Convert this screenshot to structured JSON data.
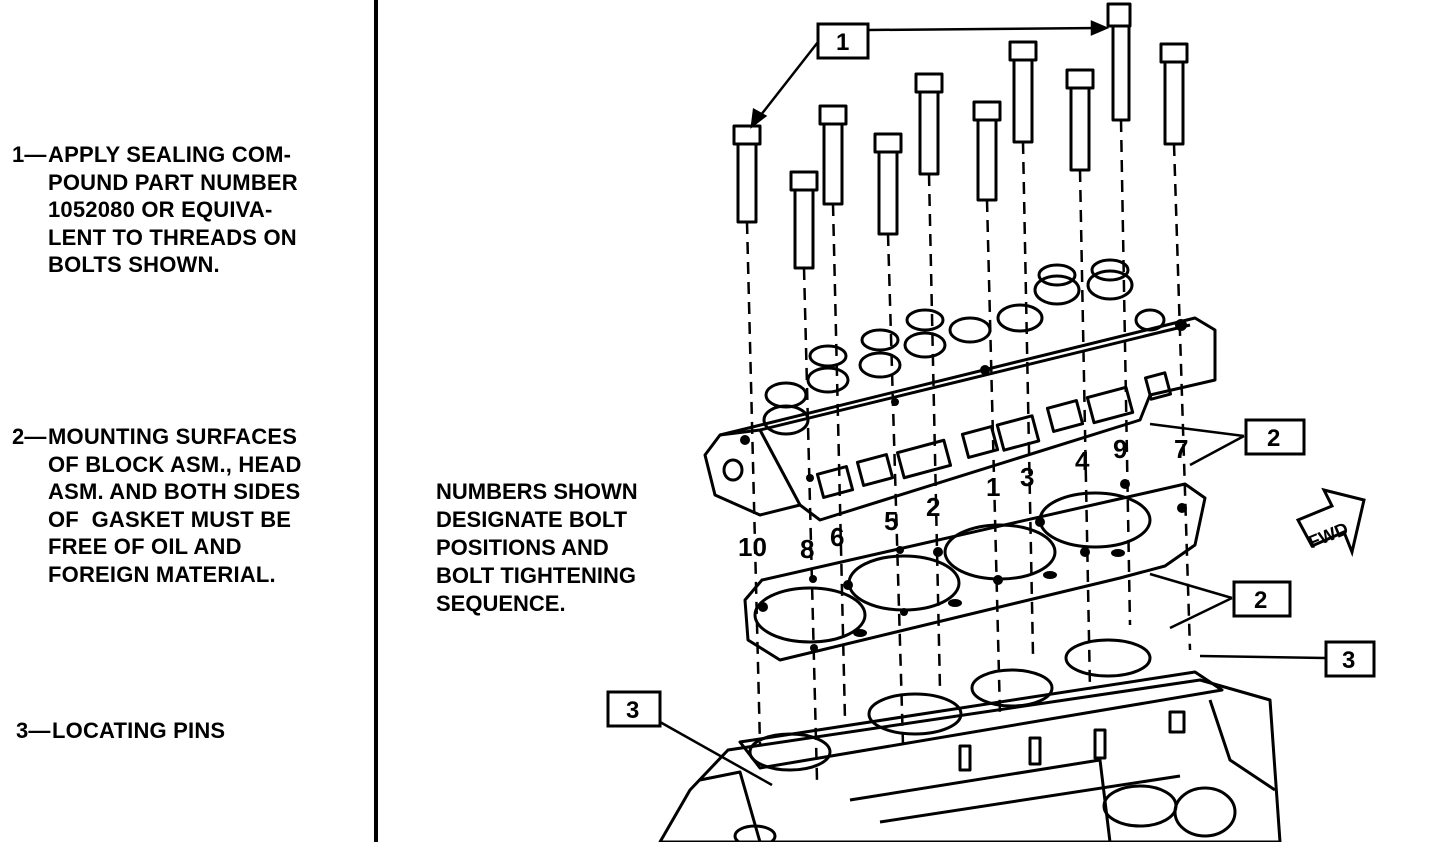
{
  "notes": [
    {
      "number": "1—",
      "text": "APPLY SEALING COM-\nPOUND PART NUMBER\n1052080 OR EQUIVA-\nLENT TO THREADS ON\nBOLTS SHOWN."
    },
    {
      "number": "2—",
      "text": "MOUNTING SURFACES\nOF BLOCK ASM., HEAD\nASM. AND BOTH SIDES\nOF  GASKET MUST BE\nFREE OF OIL AND\nFOREIGN MATERIAL."
    },
    {
      "number": "3—",
      "text": "LOCATING PINS"
    }
  ],
  "sequence_note": "NUMBERS SHOWN\nDESIGNATE BOLT\nPOSITIONS AND\nBOLT TIGHTENING\nSEQUENCE.",
  "callouts": {
    "c1": "1",
    "c2a": "2",
    "c2b": "2",
    "c3a": "3",
    "c3b": "3"
  },
  "bolt_numbers": {
    "b1": "1",
    "b2": "2",
    "b3": "3",
    "b4": "4",
    "b5": "5",
    "b6": "6",
    "b7": "7",
    "b8": "8",
    "b9": "9",
    "b10": "10"
  },
  "fwd_label": "FWD"
}
